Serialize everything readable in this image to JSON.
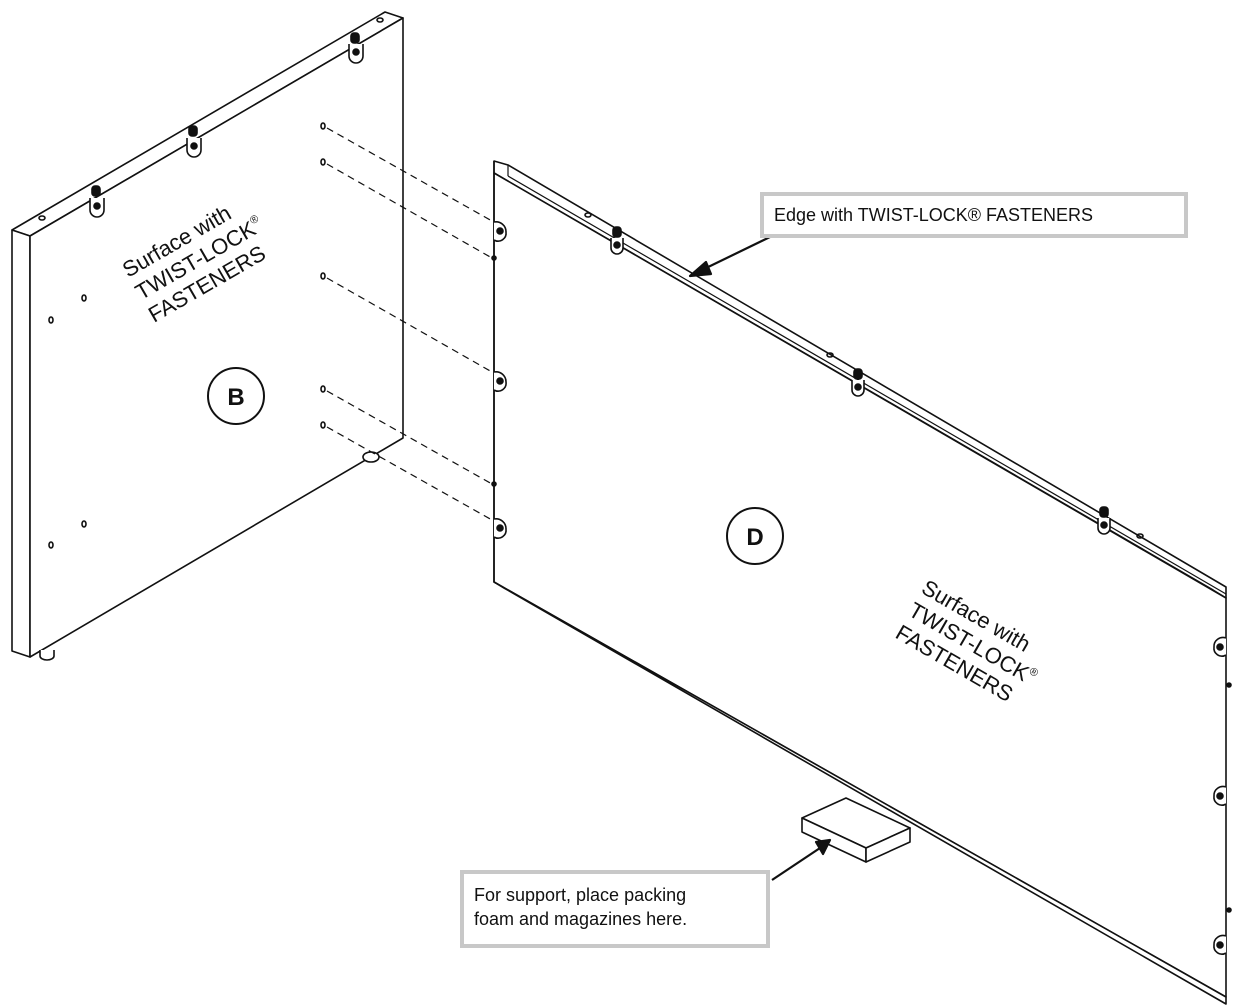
{
  "labels": {
    "panel_b_letter": "B",
    "panel_d_letter": "D",
    "panel_b_surface": [
      "Surface with",
      "TWIST-LOCK",
      "FASTENERS"
    ],
    "panel_d_surface": [
      "Surface with",
      "TWIST-LOCK",
      "FASTENERS"
    ],
    "registered_mark": "®"
  },
  "callouts": {
    "edge": "Edge with TWIST-LOCK® FASTENERS",
    "support": [
      "For support, place packing",
      "foam and magazines here."
    ]
  },
  "colors": {
    "line": "#111111",
    "callout_border": "#c8c8c8",
    "background": "#ffffff"
  }
}
